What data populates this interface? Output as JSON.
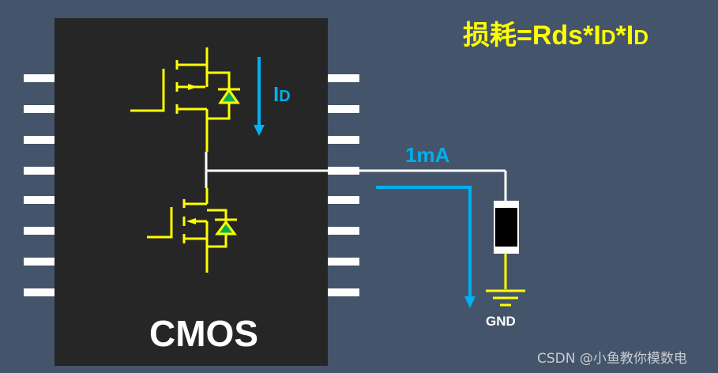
{
  "chip": {
    "label": "CMOS"
  },
  "formula": {
    "text": "损耗=Rds*I",
    "sub1": "D",
    "mid": "*I",
    "sub2": "D"
  },
  "current_label": {
    "main": "I",
    "sub": "D"
  },
  "branch_current": "1mA",
  "ground_label": "GND",
  "watermark": "CSDN @小鱼教你模数电",
  "colors": {
    "background": "#44546a",
    "chip_body": "#262626",
    "pin": "#ffffff",
    "mosfet": "#ffff00",
    "diode": "#00b050",
    "current": "#00b0f0",
    "formula": "#ffff00"
  }
}
